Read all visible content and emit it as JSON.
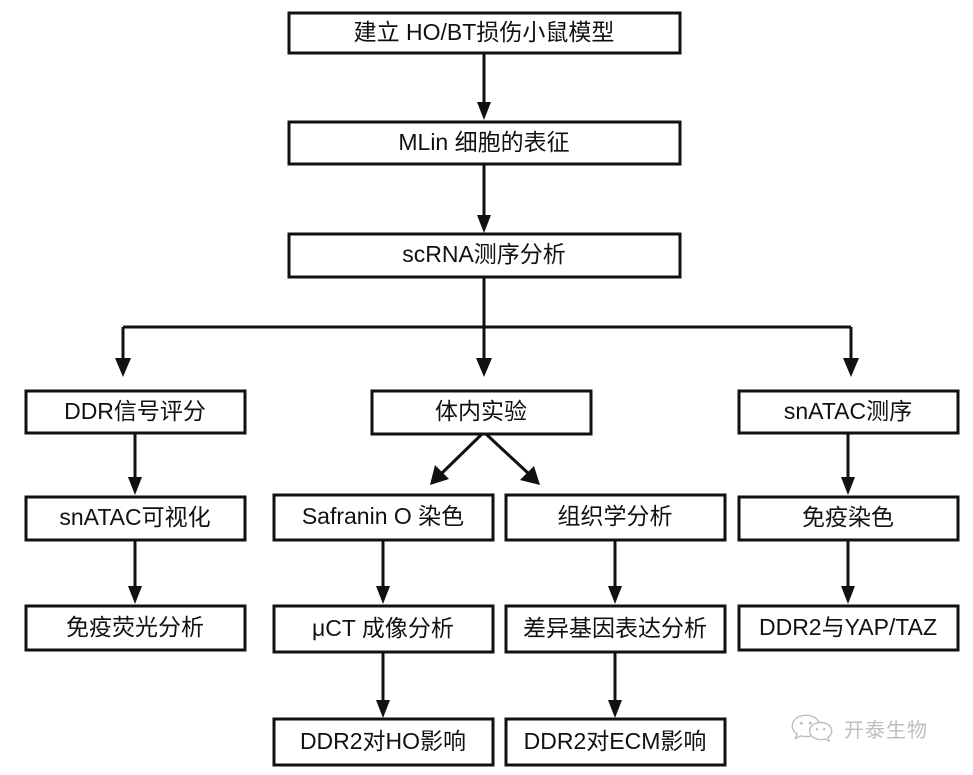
{
  "diagram": {
    "title": "DDR2 / MLin research workflow flowchart",
    "background_color": "#ffffff",
    "line_color": "#111111",
    "box_fill": "#ffffff",
    "nodes": {
      "n1": {
        "label": "建立 HO/BT损伤小鼠模型"
      },
      "n2": {
        "label": "MLin 细胞的表征"
      },
      "n3": {
        "label": "scRNA测序分析"
      },
      "n4": {
        "label": "DDR信号评分"
      },
      "n5": {
        "label": "体内实验"
      },
      "n6": {
        "label": "snATAC测序"
      },
      "n7": {
        "label": "snATAC可视化"
      },
      "n8": {
        "label": "Safranin O 染色"
      },
      "n9": {
        "label": "组织学分析"
      },
      "n10": {
        "label": "免疫染色"
      },
      "n11": {
        "label": "免疫荧光分析"
      },
      "n12": {
        "label": "μCT 成像分析"
      },
      "n13": {
        "label": "差异基因表达分析"
      },
      "n14": {
        "label": "DDR2与YAP/TAZ"
      },
      "n15": {
        "label": "DDR2对HO影响"
      },
      "n16": {
        "label": "DDR2对ECM影响"
      }
    }
  },
  "watermark": {
    "icon": "wechat-icon",
    "text": "开泰生物",
    "color": "#8a8a8a"
  }
}
